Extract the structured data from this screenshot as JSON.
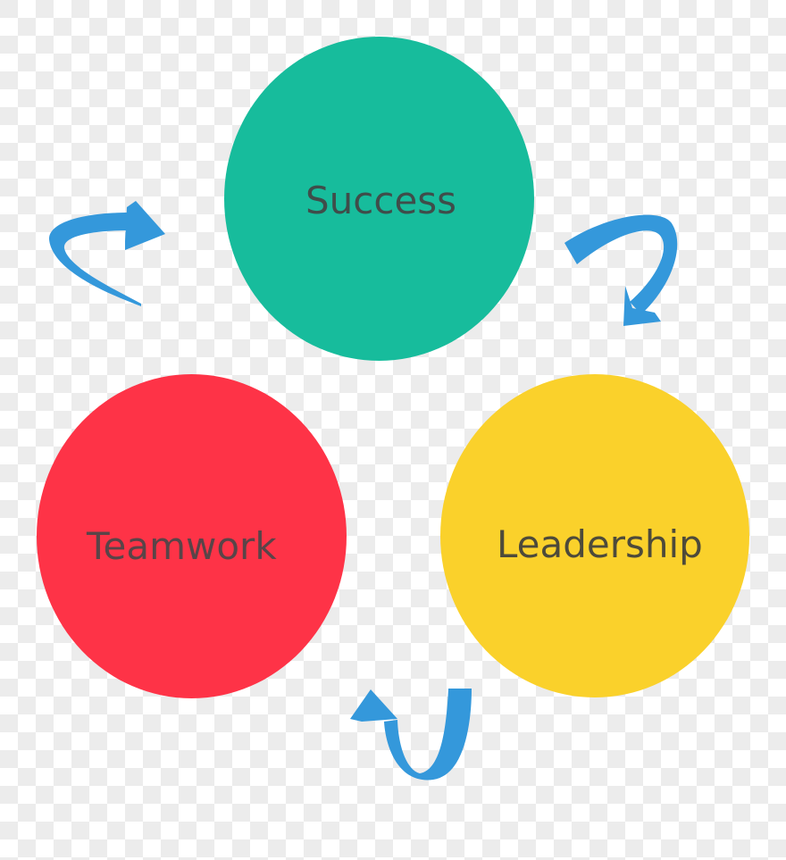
{
  "diagram": {
    "type": "cycle",
    "nodes": [
      {
        "id": "success",
        "label": "Success",
        "color": "#17bc9c"
      },
      {
        "id": "leadership",
        "label": "Leadership",
        "color": "#fad12b"
      },
      {
        "id": "teamwork",
        "label": "Teamwork",
        "color": "#fe3347"
      }
    ],
    "edges": [
      {
        "from": "success",
        "to": "leadership"
      },
      {
        "from": "leadership",
        "to": "teamwork"
      },
      {
        "from": "teamwork",
        "to": "success"
      }
    ],
    "arrow_color": "#3498db",
    "background": "transparent-checkerboard"
  }
}
